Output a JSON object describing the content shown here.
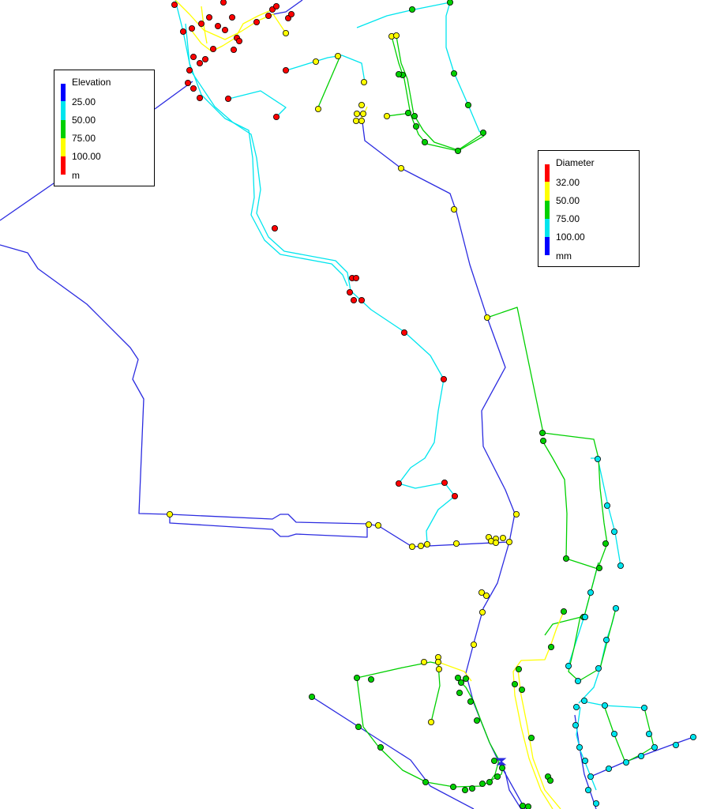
{
  "map": {
    "colors": {
      "red": "#ff0000",
      "yellow": "#ffff00",
      "green": "#00d000",
      "cyan": "#00e5ee",
      "blue": "#2b2be0",
      "node_outline": "#000000",
      "background": "#ffffff"
    }
  },
  "legends": {
    "elevation": {
      "title": "Elevation",
      "ranges": [
        "25.00",
        "50.00",
        "75.00",
        "100.00"
      ],
      "unit": "m",
      "colors": [
        "#0000ff",
        "#00e5ee",
        "#00d000",
        "#ffff00",
        "#ff0000"
      ]
    },
    "diameter": {
      "title": "Diameter",
      "ranges": [
        "32.00",
        "50.00",
        "75.00",
        "100.00"
      ],
      "unit": "mm",
      "colors": [
        "#ff0000",
        "#ffff00",
        "#00d000",
        "#00e5ee",
        "#0000ff"
      ]
    }
  }
}
